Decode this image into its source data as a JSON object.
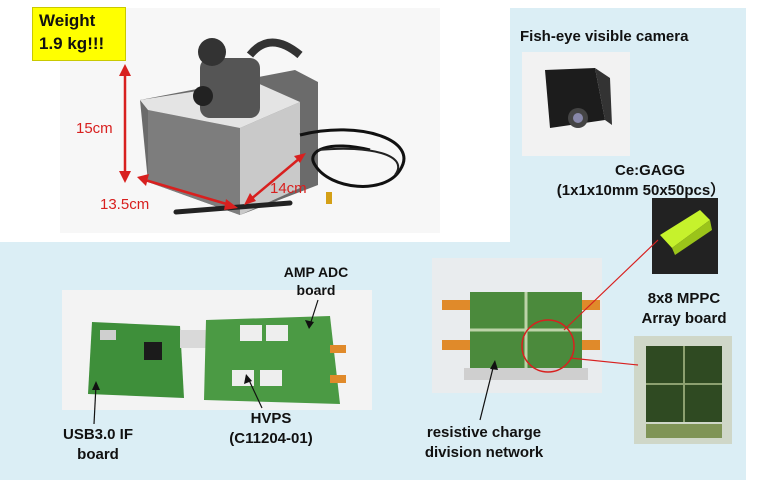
{
  "weight_badge": {
    "line1": "Weight",
    "line2": "1.9 kg!!!",
    "color": "#ffff00"
  },
  "dimensions": {
    "height": "15cm",
    "width": "13.5cm",
    "depth": "14cm",
    "color": "#d8201f"
  },
  "camera": {
    "label": "Fish-eye visible camera"
  },
  "crystal": {
    "line1": "Ce:GAGG",
    "line2": "(1x1x10mm  50x50pcs）"
  },
  "mppc": {
    "line1": "8x8 MPPC",
    "line2": "Array board"
  },
  "amp_adc": {
    "line1": "AMP ADC",
    "line2": "board"
  },
  "usb": {
    "line1": "USB3.0 IF",
    "line2": "board"
  },
  "hvps": {
    "line1": "HVPS",
    "line2": "(C11204-01)"
  },
  "resistive": {
    "line1": "resistive charge",
    "line2": "division network"
  },
  "colors": {
    "panel_bg": "#dbeef5",
    "arrow_red": "#d8201f"
  }
}
